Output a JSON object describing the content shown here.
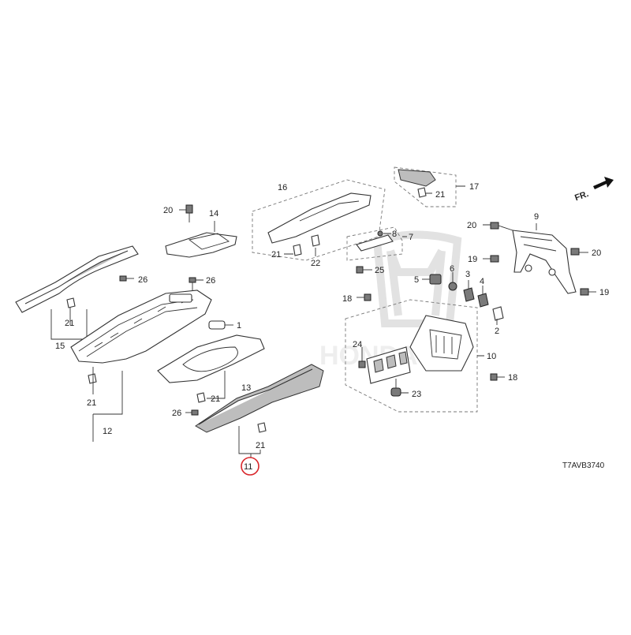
{
  "diagram": {
    "code": "T7AVB3740",
    "front_label": "FR.",
    "watermark": "HONDA",
    "highlight_color": "#d9262b",
    "highlighted_callout": "11",
    "callouts": [
      "1",
      "2",
      "3",
      "4",
      "5",
      "6",
      "7",
      "8",
      "9",
      "10",
      "11",
      "12",
      "13",
      "14",
      "15",
      "16",
      "17",
      "18",
      "18",
      "19",
      "19",
      "20",
      "20",
      "20",
      "21",
      "21",
      "21",
      "21",
      "21",
      "21",
      "22",
      "23",
      "24",
      "25",
      "26",
      "26",
      "26"
    ]
  }
}
